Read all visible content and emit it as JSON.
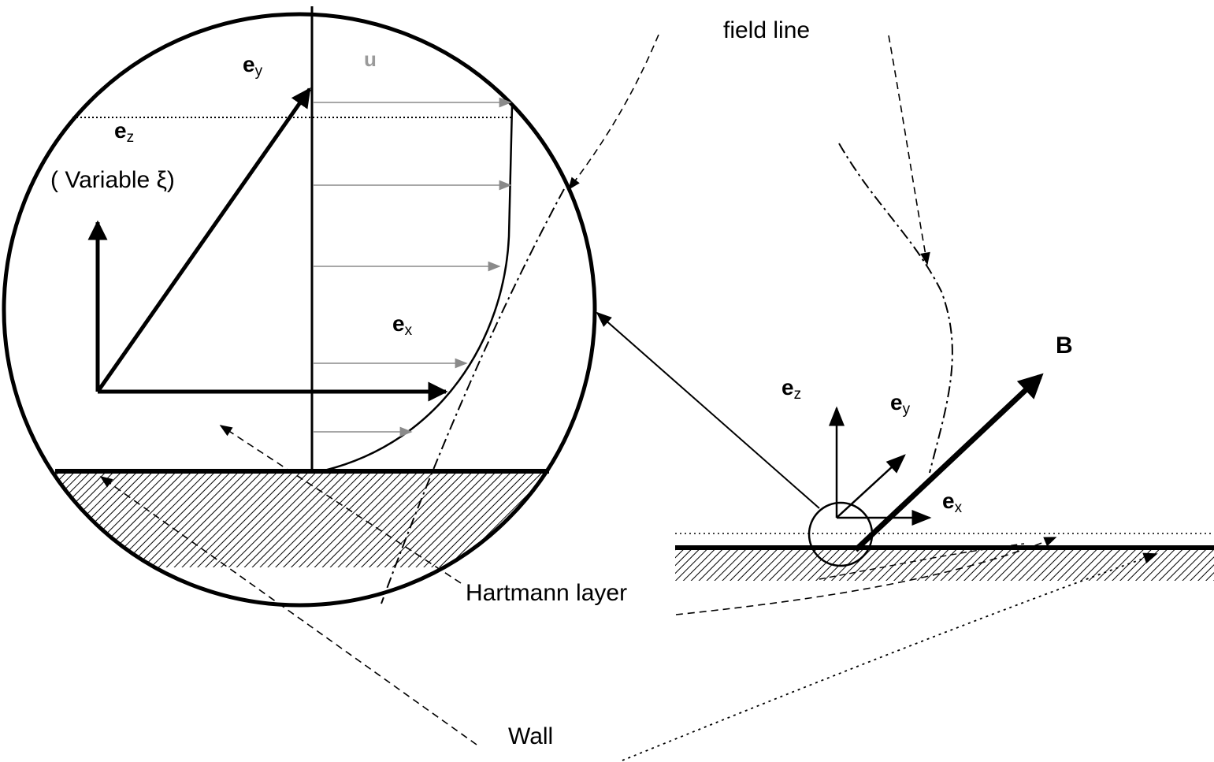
{
  "labels": {
    "field_line": "field line",
    "hartmann_layer": "Hartmann layer",
    "wall": "Wall",
    "variable_xi": "( Variable ξ)",
    "B": "B",
    "u": "u"
  },
  "vectors": {
    "zoom_ey": {
      "main": "e",
      "sub": "y"
    },
    "zoom_ez": {
      "main": "e",
      "sub": "z"
    },
    "zoom_ex": {
      "main": "e",
      "sub": "x"
    },
    "small_ez": {
      "main": "e",
      "sub": "z"
    },
    "small_ey": {
      "main": "e",
      "sub": "y"
    },
    "small_ex": {
      "main": "e",
      "sub": "x"
    }
  },
  "colors": {
    "ink": "#000000",
    "velocity_arrows": "#8a8a8a",
    "hatch": "#000000"
  }
}
